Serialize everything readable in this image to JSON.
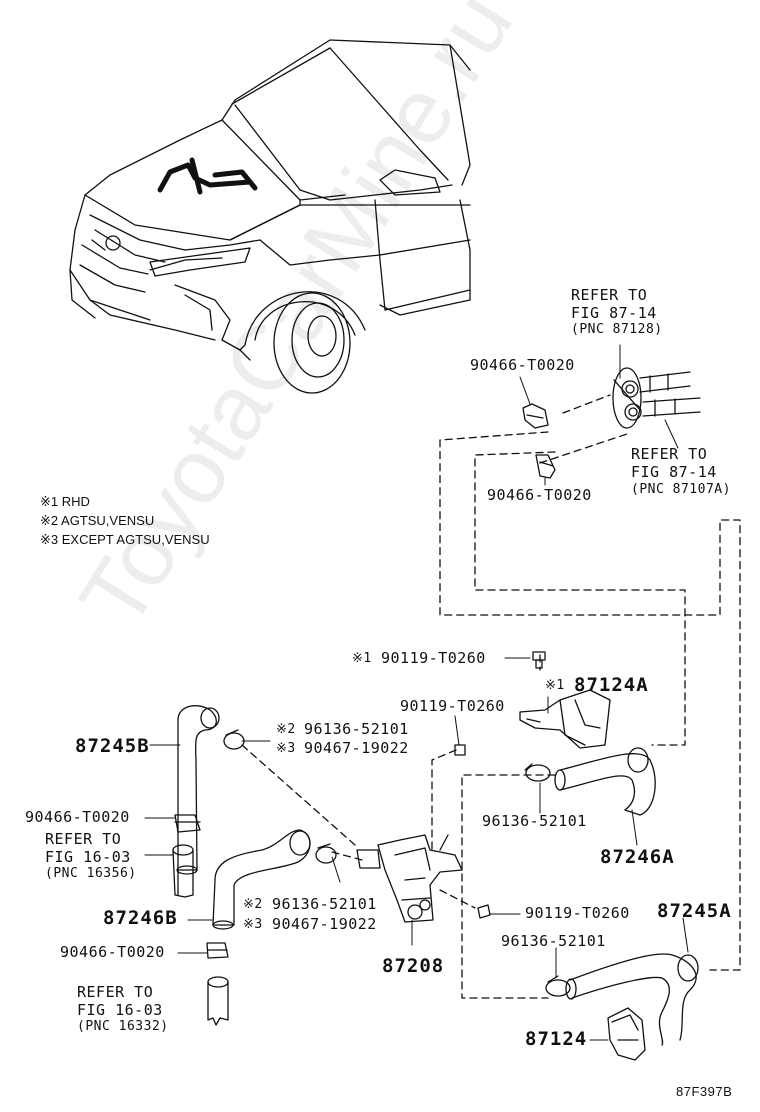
{
  "legend": [
    "※1 RHD",
    "※2 AGTSU,VENSU",
    "※3 EXCEPT AGTSU,VENSU"
  ],
  "refers": {
    "top": [
      "REFER TO",
      "FIG 87-14",
      "(PNC 87128)"
    ],
    "right": [
      "REFER TO",
      "FIG 87-14",
      "(PNC 87107A)"
    ],
    "left_upper": [
      "REFER TO",
      "FIG 16-03",
      "(PNC 16356)"
    ],
    "left_lower": [
      "REFER TO",
      "FIG 16-03",
      "(PNC 16332)"
    ]
  },
  "parts": {
    "p90466_top": "90466-T0020",
    "p90466_mid": "90466-T0020",
    "p90119_top_mark": "※1",
    "p90119_top": "90119-T0260",
    "p87124A_mark": "※1",
    "p87124A": "87124A",
    "p90119_mid": "90119-T0260",
    "p87245B": "87245B",
    "p96136_a_mark": "※2",
    "p96136_a": "96136-52101",
    "p90467_a_mark": "※3",
    "p90467_a": "90467-19022",
    "p96136_b": "96136-52101",
    "p87246A": "87246A",
    "p90466_left1": "90466-T0020",
    "p96136_c_mark": "※2",
    "p96136_c": "96136-52101",
    "p87246B": "87246B",
    "p90467_b_mark": "※3",
    "p90467_b": "90467-19022",
    "p90119_low": "90119-T0260",
    "p87245A": "87245A",
    "p87208": "87208",
    "p96136_d": "96136-52101",
    "p90466_left2": "90466-T0020",
    "p87124": "87124"
  },
  "watermark": "ToyotaCarMine.ru",
  "figure_code": "87F397B"
}
